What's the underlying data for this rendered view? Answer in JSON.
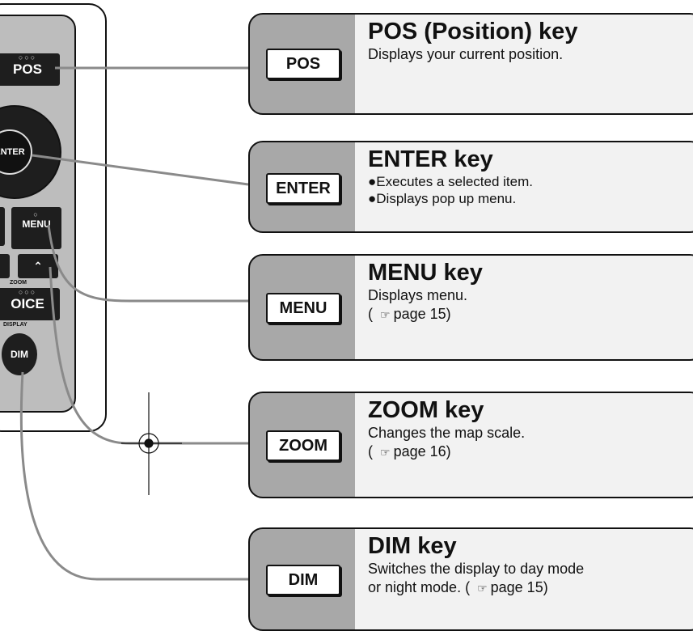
{
  "remote": {
    "pos_label": "POS",
    "enter_label": "ENTER",
    "menu_label": "MENU",
    "zoom_label": "ZOOM",
    "voice_label": "OICE",
    "display_label": "DISPLAY",
    "dim_label": "DIM"
  },
  "cards": [
    {
      "key": "POS",
      "title": "POS (Position) key",
      "lines": [
        "Displays your current position."
      ]
    },
    {
      "key": "ENTER",
      "title": "ENTER key",
      "bullets": [
        "Executes a selected item.",
        "Displays pop up menu."
      ]
    },
    {
      "key": "MENU",
      "title": "MENU key",
      "lines": [
        "Displays menu."
      ],
      "ref": "page 15"
    },
    {
      "key": "ZOOM",
      "title": "ZOOM key",
      "lines": [
        "Changes the map scale."
      ],
      "ref": "page 16"
    },
    {
      "key": "DIM",
      "title": "DIM key",
      "lines": [
        "Switches the display to day mode",
        "or night mode."
      ],
      "ref": "page 15"
    }
  ],
  "icons": {
    "reference": "pointing-hand-icon",
    "registration": "crosshair-registration-mark-icon"
  }
}
